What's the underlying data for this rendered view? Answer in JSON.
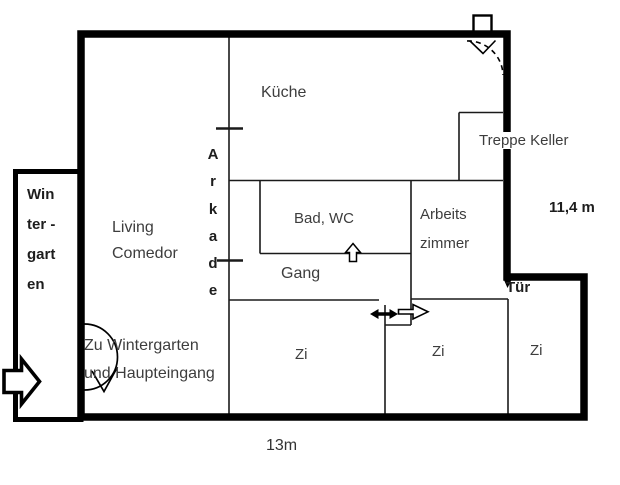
{
  "floorplan": {
    "labels": {
      "kueche": "Küche",
      "treppe_keller": "Treppe Keller",
      "bad_wc": "Bad, WC",
      "arbeitszimmer": [
        "Arbeits",
        "zimmer"
      ],
      "gang": "Gang",
      "living": [
        "Living",
        "Comedor"
      ],
      "wintergarten": [
        "Win",
        "ter -",
        "gart",
        "en"
      ],
      "arkade": [
        "A",
        "r",
        "k",
        "a",
        "d",
        "e"
      ],
      "zi": [
        "Zi",
        "Zi",
        "Zi"
      ],
      "tuer": "Tür",
      "entrance_note": [
        "Zu Wintergarten",
        "und Haupteingang"
      ]
    },
    "dimensions": {
      "vertical": "11,4 m",
      "horizontal": "13m"
    },
    "icons": {
      "chimney": "chimney-square-icon",
      "door_swing_top": "door-swing-icon",
      "door_swing_entrance": "entrance-door-swing-icon",
      "stairs_up": "up-arrow-icon",
      "double_arrow": "double-arrow-icon",
      "door_arrow": "door-right-arrow-icon",
      "entrance_arrow": "entrance-block-arrow-icon"
    },
    "colors": {
      "wall": "#000000",
      "line": "#1a1a1a",
      "label": "#3d3d3d",
      "background": "#ffffff"
    }
  }
}
